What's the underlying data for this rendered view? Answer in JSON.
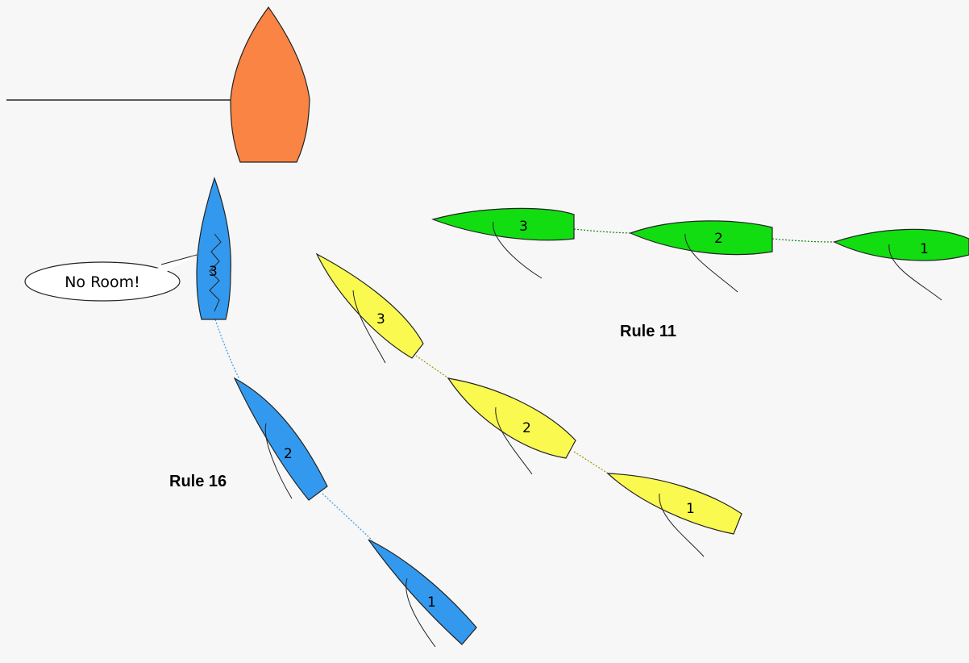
{
  "colors": {
    "background": "#f7f7f7",
    "committee_boat": "#f98444",
    "group_blue": "#3399ee",
    "group_yellow": "#f9f950",
    "group_green": "#11dd11"
  },
  "labels": {
    "rule16": "Rule 16",
    "rule11": "Rule 11",
    "bubble": "No Room!"
  },
  "groups": {
    "blue": [
      "1",
      "2",
      "3"
    ],
    "yellow": [
      "1",
      "2",
      "3"
    ],
    "green": [
      "1",
      "2",
      "3"
    ]
  }
}
